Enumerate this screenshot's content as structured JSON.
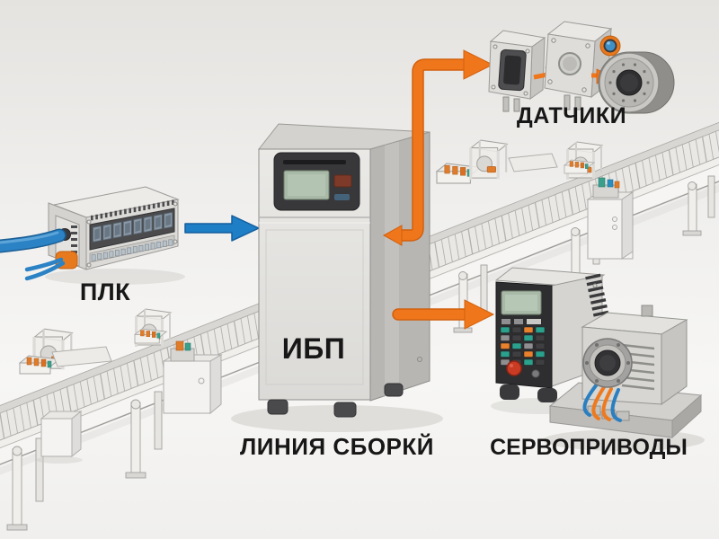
{
  "scene": {
    "type": "industrial-automation-diagram",
    "labels": {
      "plc": "ПЛК",
      "ups": "ИБП",
      "sensors": "ДАТЧИКИ",
      "servos": "СЕРВОПРИВОДЫ",
      "assembly_line": "ЛИНИЯ СБОРКЙ"
    },
    "colors": {
      "arrow_blue": "#1e7ec6",
      "arrow_blue_outline": "#135e9e",
      "arrow_orange": "#f0761b",
      "arrow_orange_outline": "#d2600e",
      "cable_blue": "#2b82c4",
      "gland_orange": "#e87a1e",
      "text": "#171717",
      "cabinet_front": "#e3e2df",
      "cabinet_side": "#b7b6b3",
      "panel_dark": "#323234",
      "lcd_green": "#aebfae",
      "button_teal": "#2aa18d",
      "button_orange": "#e9802c",
      "button_red": "#c93b22",
      "background_top": "#e5e3e0",
      "background_bottom": "#f7f6f4"
    },
    "nodes": [
      {
        "id": "plc",
        "label": "ПЛК"
      },
      {
        "id": "ups",
        "label": "ИБП"
      },
      {
        "id": "sensors",
        "label": "ДАТЧИКИ"
      },
      {
        "id": "servos",
        "label": "СЕРВОПРИВОДЫ"
      },
      {
        "id": "assembly_line",
        "label": "ЛИНИЯ СБОРКЙ"
      }
    ],
    "connections": [
      {
        "from": "supply-cables",
        "to": "plc",
        "color": "blue",
        "style": "cables"
      },
      {
        "from": "plc",
        "to": "ups",
        "color": "blue",
        "style": "arrow"
      },
      {
        "from": "ups",
        "to": "sensors",
        "color": "orange",
        "style": "arrow",
        "heads": "both"
      },
      {
        "from": "ups",
        "to": "servos",
        "color": "orange",
        "style": "arrow",
        "heads": "end"
      },
      {
        "from": "sensor-1",
        "to": "sensor-2",
        "color": "orange",
        "style": "cable"
      },
      {
        "from": "sensor-2",
        "to": "encoder",
        "color": "orange",
        "style": "arrow"
      }
    ]
  }
}
